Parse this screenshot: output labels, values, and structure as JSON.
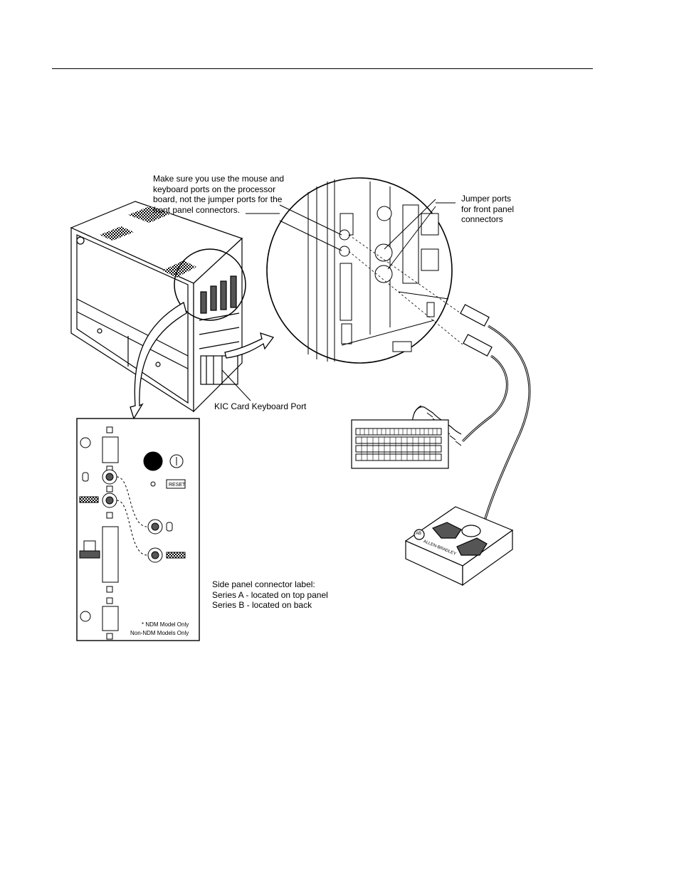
{
  "callouts": {
    "processor_ports": [
      "Make sure you use the mouse and",
      "keyboard ports on the processor",
      "board, not the jumper ports for the",
      "front panel connectors."
    ],
    "jumper_ports": [
      "Jumper ports",
      "for front panel",
      "connectors"
    ],
    "kic_port": "KIC Card Keyboard Port",
    "side_panel": [
      "Side panel connector label:",
      "Series A -  located on top panel",
      "Series B -  located on back"
    ]
  },
  "panel_notes": {
    "ndm": "* NDM Model Only",
    "non_ndm": "Non-NDM Models Only",
    "reset": "RESET"
  },
  "device_brand": "ALLEN-BRADLEY",
  "brand_badge": "AB",
  "colors": {
    "ink": "#000000",
    "paper": "#ffffff",
    "shade": "#555555"
  }
}
